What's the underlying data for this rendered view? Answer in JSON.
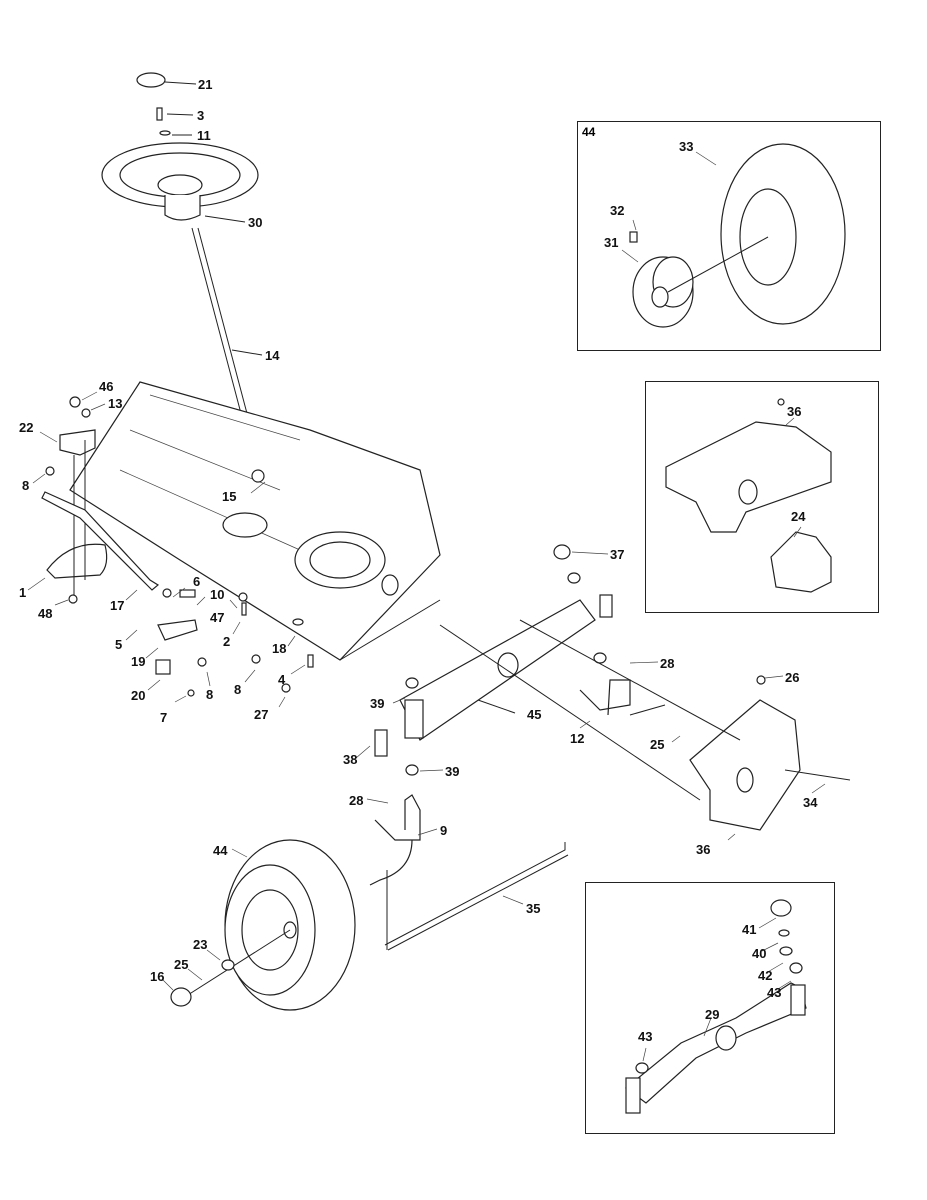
{
  "diagram": {
    "title": "Steering / Front Axle Parts Diagram",
    "labels": [
      {
        "id": "21",
        "text": "21"
      },
      {
        "id": "3",
        "text": "3"
      },
      {
        "id": "11",
        "text": "11"
      },
      {
        "id": "30",
        "text": "30"
      },
      {
        "id": "14",
        "text": "14"
      },
      {
        "id": "46",
        "text": "46"
      },
      {
        "id": "13",
        "text": "13"
      },
      {
        "id": "22",
        "text": "22"
      },
      {
        "id": "8a",
        "text": "8"
      },
      {
        "id": "15",
        "text": "15"
      },
      {
        "id": "1",
        "text": "1"
      },
      {
        "id": "48",
        "text": "48"
      },
      {
        "id": "17",
        "text": "17"
      },
      {
        "id": "6",
        "text": "6"
      },
      {
        "id": "10",
        "text": "10"
      },
      {
        "id": "47",
        "text": "47"
      },
      {
        "id": "2",
        "text": "2"
      },
      {
        "id": "5",
        "text": "5"
      },
      {
        "id": "19",
        "text": "19"
      },
      {
        "id": "18",
        "text": "18"
      },
      {
        "id": "20",
        "text": "20"
      },
      {
        "id": "8b",
        "text": "8"
      },
      {
        "id": "8c",
        "text": "8"
      },
      {
        "id": "4",
        "text": "4"
      },
      {
        "id": "7",
        "text": "7"
      },
      {
        "id": "27",
        "text": "27"
      },
      {
        "id": "37",
        "text": "37"
      },
      {
        "id": "28a",
        "text": "28"
      },
      {
        "id": "26",
        "text": "26"
      },
      {
        "id": "39a",
        "text": "39"
      },
      {
        "id": "45",
        "text": "45"
      },
      {
        "id": "12",
        "text": "12"
      },
      {
        "id": "25a",
        "text": "25"
      },
      {
        "id": "38",
        "text": "38"
      },
      {
        "id": "39b",
        "text": "39"
      },
      {
        "id": "34",
        "text": "34"
      },
      {
        "id": "28b",
        "text": "28"
      },
      {
        "id": "9",
        "text": "9"
      },
      {
        "id": "36b",
        "text": "36"
      },
      {
        "id": "44b",
        "text": "44"
      },
      {
        "id": "35",
        "text": "35"
      },
      {
        "id": "23",
        "text": "23"
      },
      {
        "id": "25b",
        "text": "25"
      },
      {
        "id": "16",
        "text": "16"
      }
    ],
    "insets": [
      {
        "name": "wheel-inset",
        "title": "44",
        "labels": [
          {
            "text": "33"
          },
          {
            "text": "32"
          },
          {
            "text": "31"
          }
        ]
      },
      {
        "name": "bracket-inset",
        "labels": [
          {
            "text": "36"
          },
          {
            "text": "24"
          }
        ]
      },
      {
        "name": "axle-inset",
        "labels": [
          {
            "text": "41"
          },
          {
            "text": "40"
          },
          {
            "text": "42"
          },
          {
            "text": "43"
          },
          {
            "text": "29"
          },
          {
            "text": "43"
          }
        ]
      }
    ]
  }
}
